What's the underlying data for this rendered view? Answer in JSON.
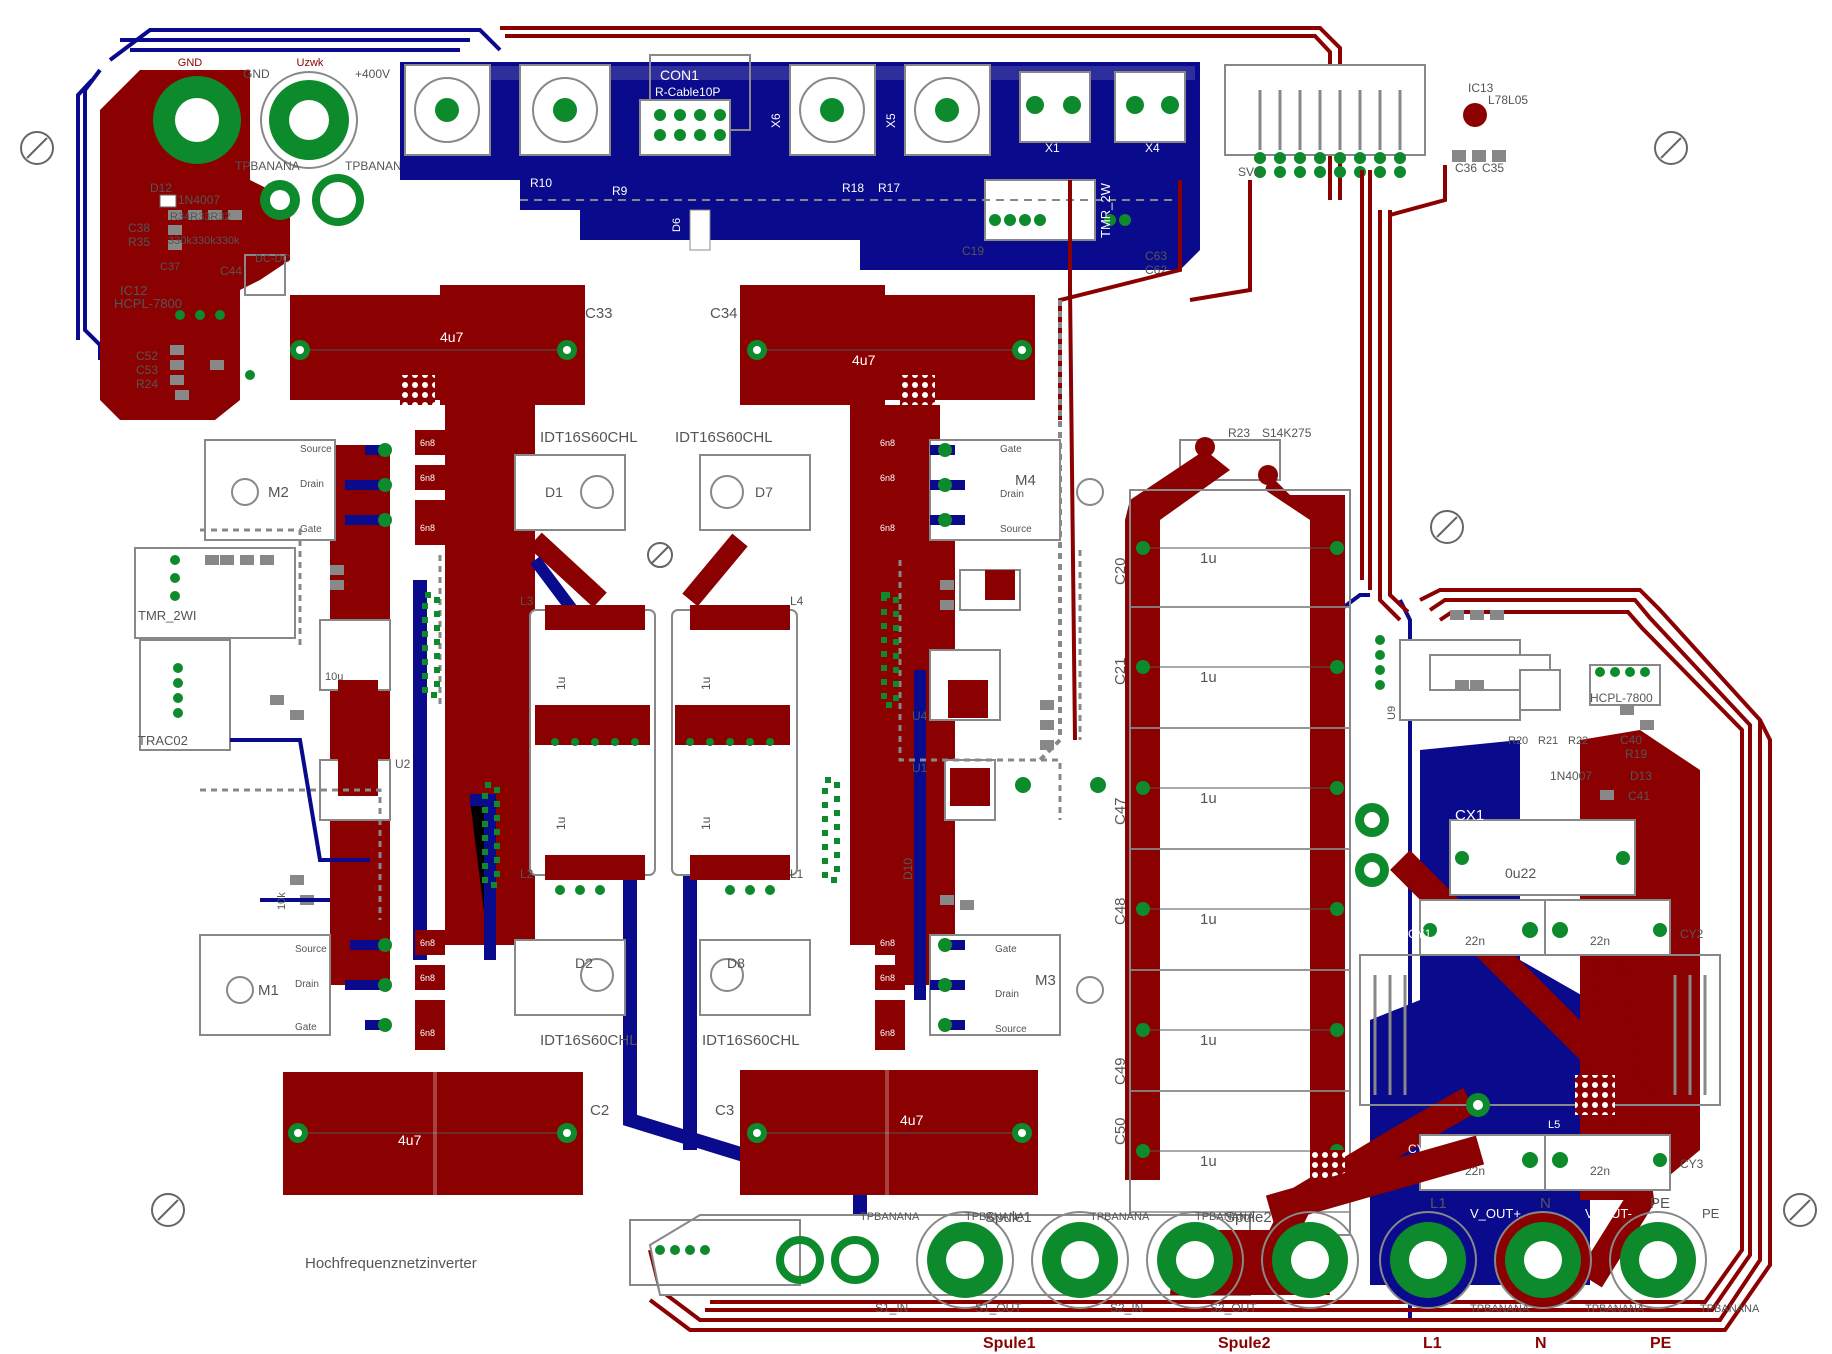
{
  "colors": {
    "red": "#8b0000",
    "blue": "#0a0a8c",
    "green": "#0d8a2c",
    "gray": "#8c8c8c",
    "silk": "#555555",
    "background": "#ffffff"
  },
  "connectors_top": {
    "gnd_red": "GND",
    "gnd": "GND",
    "uzwk": "Uzwk",
    "v400": "+400V",
    "tpbanana_1": "TPBANANA",
    "tpbanana_2": "TPBANANA",
    "con1": "CON1",
    "con1_type": "R-Cable10P",
    "x6": "X6",
    "x5": "X5",
    "x1": "X1",
    "x4": "X4",
    "sv1": "SV1",
    "ic13": "IC13",
    "ic13_type": "L78L05",
    "c36": "C36",
    "c35": "C35"
  },
  "top_left_parts": {
    "d12": "D12",
    "d12_type": "1N4007",
    "c38": "C38",
    "r35": "R35",
    "r_values": "R34R33R32",
    "r_ohms": "330k330k330k",
    "c37": "C37",
    "c44": "C44",
    "dcdc": "DC-DC",
    "ic12": "IC12",
    "hcpl": "HCPL-7800",
    "c52": "C52",
    "c53": "C53",
    "r24": "R24",
    "r10": "R10",
    "r9": "R9",
    "r18": "R18",
    "r17": "R17",
    "d6": "D6",
    "c19": "C19",
    "tmr_2w": "TMR_2W",
    "c63": "C63",
    "c62": "C62"
  },
  "bridge": {
    "c33": "C33",
    "c34": "C34",
    "cap_top_left": "4u7",
    "cap_top_right": "4u7",
    "cap_bottom_left": "4u7",
    "cap_bottom_right": "4u7",
    "c2": "C2",
    "c3": "C3",
    "idt_1": "IDT16S60CHL",
    "idt_2": "IDT16S60CHL",
    "idt_3": "IDT16S60CHL",
    "idt_4": "IDT16S60CHL",
    "d1": "D1",
    "d7": "D7",
    "d2": "D2",
    "d8": "D8",
    "l1": "L1",
    "l2": "L2",
    "l3": "L3",
    "l4": "L4",
    "ind_value": "1u",
    "snubber": "6n8",
    "m1": "M1",
    "m2": "M2",
    "m3": "M3",
    "m4": "M4",
    "source": "Source",
    "drain": "Drain",
    "gate": "Gate",
    "u1": "U1",
    "u2": "U2",
    "u4": "U4",
    "d10": "D10",
    "tmr_2wi": "TMR_2WI",
    "trac02": "TRAC02",
    "c14_val": "10u",
    "r8_val": "10k"
  },
  "caps_mid": {
    "r23": "R23",
    "s14k": "S14K275",
    "c20": "C20",
    "c21": "C21",
    "c47": "C47",
    "c48": "C48",
    "c49": "C49",
    "c50": "C50",
    "value": "1u"
  },
  "filter": {
    "cx1": "CX1",
    "cx1_val": "0u22",
    "cy1": "CY1",
    "cy2": "CY2",
    "cy3": "CY3",
    "cy4": "CY4",
    "cy_val": "22n",
    "hcpl": "HCPL-7800",
    "c40": "C40",
    "r19": "R19",
    "d13": "D13",
    "d13_type": "1N4007",
    "c41": "C41",
    "r22": "R22",
    "r21": "R21",
    "r20": "R20",
    "u9": "U9",
    "l5": "L5"
  },
  "bottom": {
    "title": "Hochfrequenznetzinverter",
    "tpb_1": "TPBANANA",
    "tpb_2": "TPBANANA",
    "tpb_3": "TPBANANA",
    "tpb_4": "TPBANANA",
    "tpb_5": "TPBANANA",
    "tpb_6": "TPBANANA",
    "tpb_7": "TPBANANA",
    "spule1_top": "Spule1",
    "spule2_top": "Spule2",
    "l1_top": "L1",
    "n_top": "N",
    "pe_top": "PE",
    "v_out_plus": "V_OUT+",
    "v_out_minus": "V_OUT-",
    "pe_small": "PE",
    "s1_in": "S1_IN",
    "s1_out": "S1_OUT",
    "s2_in": "S2_IN",
    "s2_out": "S2_OUT",
    "spule1": "Spule1",
    "spule2": "Spule2",
    "l1": "L1",
    "n": "N",
    "pe": "PE"
  }
}
